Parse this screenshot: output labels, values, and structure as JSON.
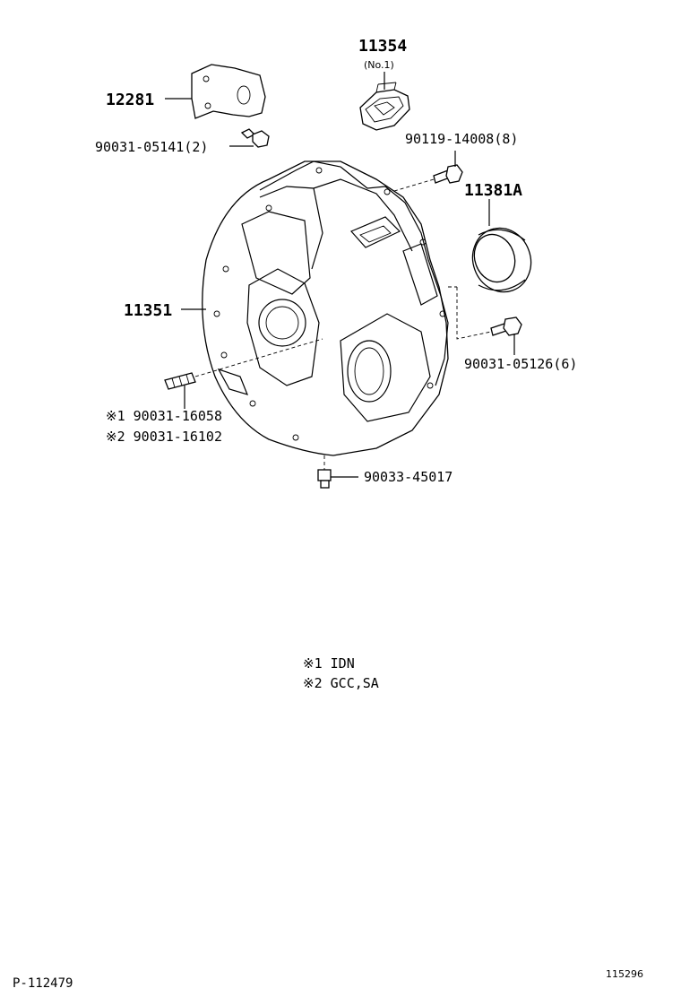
{
  "parts": {
    "p11354": {
      "number": "11354",
      "note": "(No.1)"
    },
    "p12281": {
      "number": "12281"
    },
    "p90031_05141": {
      "number": "90031-05141(2)"
    },
    "p90119_14008": {
      "number": "90119-14008(8)"
    },
    "p11381A": {
      "number": "11381A"
    },
    "p11351": {
      "number": "11351"
    },
    "p90031_05126": {
      "number": "90031-05126(6)"
    },
    "p90031_16058": {
      "number": "※1 90031-16058"
    },
    "p90031_16102": {
      "number": "※2 90031-16102"
    },
    "p90033_45017": {
      "number": "90033-45017"
    }
  },
  "legend": {
    "note1": "※1 IDN",
    "note2": "※2 GCC,SA"
  },
  "footer": {
    "page_ref": "P-112479",
    "illustration_id": "115296"
  }
}
